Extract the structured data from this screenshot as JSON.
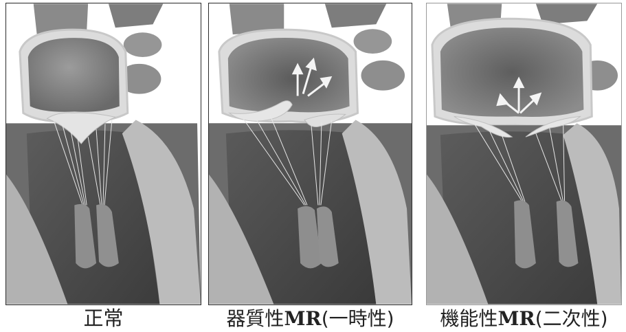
{
  "panels": [
    {
      "caption": "正常"
    },
    {
      "caption_prefix": "器質性",
      "caption_mr": "MR",
      "caption_suffix": "(一時性)"
    },
    {
      "caption_prefix": "機能性",
      "caption_mr": "MR",
      "caption_suffix": "(二次性)"
    }
  ],
  "colors": {
    "background": "#ffffff",
    "muscle_light": "#b9b9b9",
    "muscle_dark": "#6e6e6e",
    "chamber": "#4a4a4a",
    "vessel": "#8c8c8c",
    "atrium_wall": "#d8d8d8",
    "chord": "#e6e6e6",
    "arrow": "#f2f2f2"
  },
  "icons": [
    "heart-cross-section-normal",
    "heart-cross-section-organic-mr",
    "heart-cross-section-functional-mr",
    "regurgitation-arrow-icon"
  ]
}
